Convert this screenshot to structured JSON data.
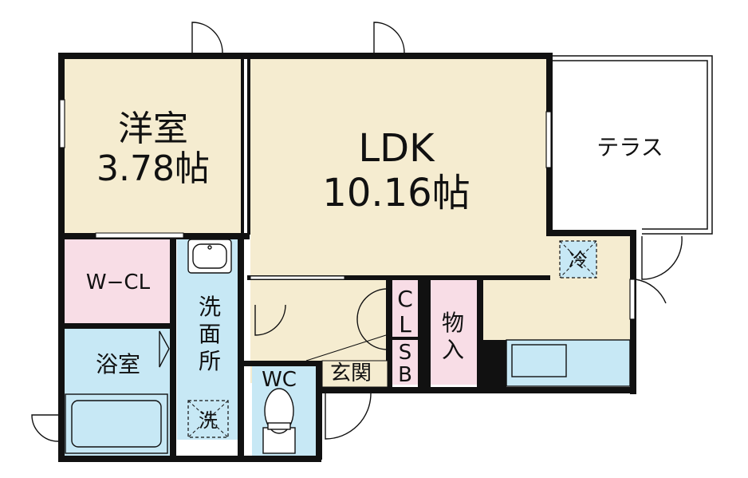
{
  "rooms": {
    "western": {
      "name": "洋室",
      "size": "3.78帖"
    },
    "ldk": {
      "name": "LDK",
      "size": "10.16帖"
    },
    "terrace": {
      "name": "テラス"
    },
    "wcl": {
      "name": "W−CL"
    },
    "bath": {
      "name": "浴室"
    },
    "washroom": {
      "chars": [
        "洗",
        "面",
        "所"
      ]
    },
    "wc": {
      "name": "WC"
    },
    "entrance": {
      "name": "玄関"
    },
    "closet": {
      "chars": [
        "C",
        "L"
      ]
    },
    "shoebox": {
      "chars": [
        "S",
        "B"
      ]
    },
    "storage": {
      "chars": [
        "物",
        "入"
      ]
    }
  },
  "symbols": {
    "fridge": "冷",
    "washer": "洗"
  },
  "colors": {
    "wall": "#111111",
    "floor_beige": "#f5ecd0",
    "wet_blue": "#c7e8f5",
    "closet_pink": "#f8dde6",
    "white": "#ffffff"
  }
}
